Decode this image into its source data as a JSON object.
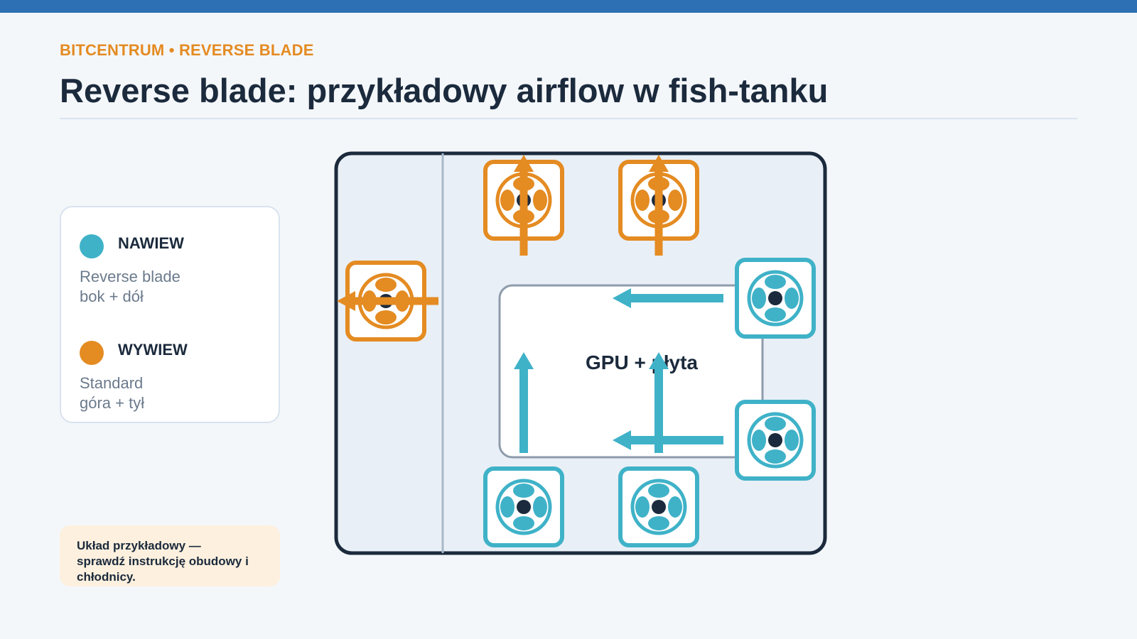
{
  "header": {
    "eyebrow": "BITCENTRUM • REVERSE BLADE",
    "title": "Reverse blade: przykładowy airflow w fish-tanku"
  },
  "legend": {
    "intake": {
      "name": "NAWIEW",
      "desc_lines": [
        "Reverse blade",
        "bok + dół"
      ],
      "color": "#3fb2c8"
    },
    "exhaust": {
      "name": "WYWIEW",
      "desc_lines": [
        "Standard",
        "góra + tył"
      ],
      "color": "#e48b22"
    }
  },
  "note": {
    "lines": [
      "Układ przykładowy —",
      "sprawdź instrukcję obudowy i",
      "chłodnicy."
    ]
  },
  "diagram": {
    "component_label": "GPU + płyta",
    "fans": [
      {
        "id": "top-1",
        "role": "exhaust"
      },
      {
        "id": "top-2",
        "role": "exhaust"
      },
      {
        "id": "rear",
        "role": "exhaust"
      },
      {
        "id": "side-1",
        "role": "intake"
      },
      {
        "id": "side-2",
        "role": "intake"
      },
      {
        "id": "bottom-1",
        "role": "intake"
      },
      {
        "id": "bottom-2",
        "role": "intake"
      }
    ]
  }
}
